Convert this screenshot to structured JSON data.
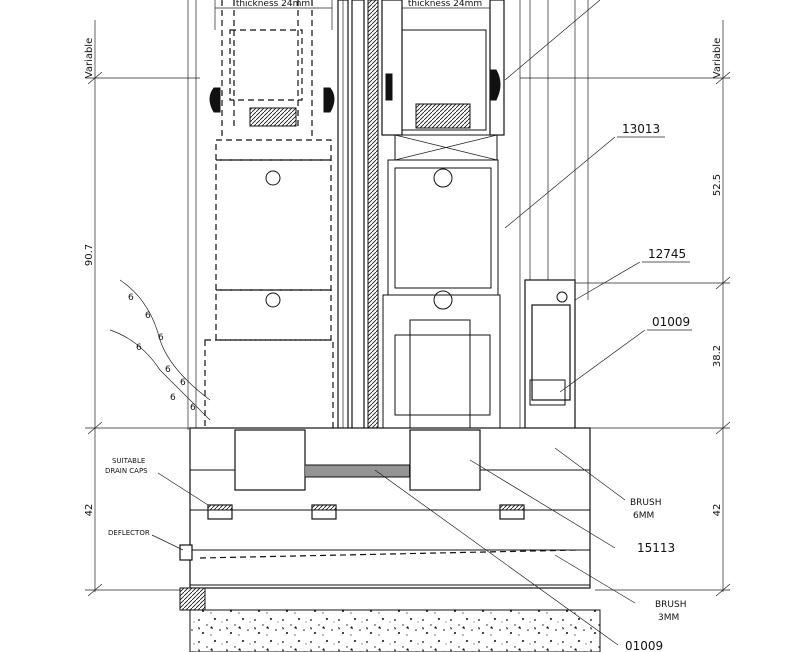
{
  "labels": {
    "thickness_left": "thickness 24mm",
    "thickness_right": "thickness 24mm",
    "part_13013": "13013",
    "part_12745": "12745",
    "part_01009_top": "01009",
    "brush_6mm_line1": "BRUSH",
    "brush_6mm_line2": "6MM",
    "part_15113": "15113",
    "brush_3mm_line1": "BRUSH",
    "brush_3mm_line2": "3MM",
    "part_01009_bottom": "01009",
    "suitable_line1": "SUITABLE",
    "suitable_line2": "DRAIN CAPS",
    "deflector": "DEFLECTOR"
  },
  "dimensions": {
    "left_variable": "Variable",
    "left_90_7": "90.7",
    "left_42": "42",
    "right_variable": "Variable",
    "right_52_5": "52.5",
    "right_38_2": "38.2",
    "right_42": "42"
  }
}
